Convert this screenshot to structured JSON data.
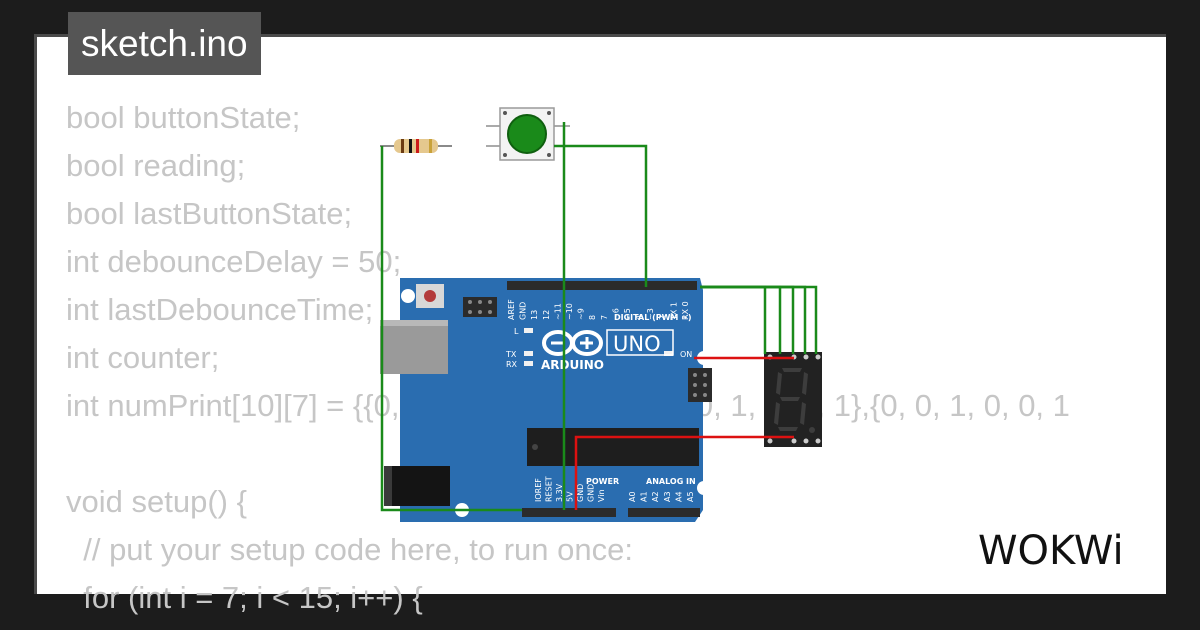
{
  "title": "sketch.ino",
  "code_lines": [
    "bool buttonState;",
    "bool reading;",
    "bool lastButtonState;",
    "int debounceDelay = 50;",
    "int lastDebounceTime;",
    "int counter;",
    "int numPrint[10][7] = {{0, 0, 0, 0, 0, 0, 1},{1, 0, 0, 1, 1, 1, 1},{0, 0, 1, 0, 0, 1",
    "",
    "void setup() {",
    "  // put your setup code here, to run once:",
    "  for (int i = 7; i < 15; i++) {"
  ],
  "board": {
    "brand": "ARDUINO",
    "model": "UNO",
    "digital_label": "DIGITAL (PWM ~)",
    "power_label": "POWER",
    "analog_label": "ANALOG IN",
    "on_label": "ON",
    "led_labels": [
      "L",
      "TX",
      "RX"
    ],
    "digital_pins": [
      "AREF",
      "GND",
      "13",
      "12",
      "~11",
      "~10",
      "~9",
      "8",
      "7",
      "~6",
      "~5",
      "4",
      "~3",
      "2",
      "TX 1",
      "RX 0"
    ],
    "power_pins": [
      "IOREF",
      "RESET",
      "3.3V",
      "5V",
      "GND",
      "GND",
      "Vin"
    ],
    "analog_pins": [
      "A0",
      "A1",
      "A2",
      "A3",
      "A4",
      "A5"
    ]
  },
  "colors": {
    "wire_green": "#1a8a1a",
    "wire_red": "#dd1111",
    "board_blue": "#2a6db0",
    "button_green": "#1a8a1a"
  },
  "logo_text": "WOKWi"
}
